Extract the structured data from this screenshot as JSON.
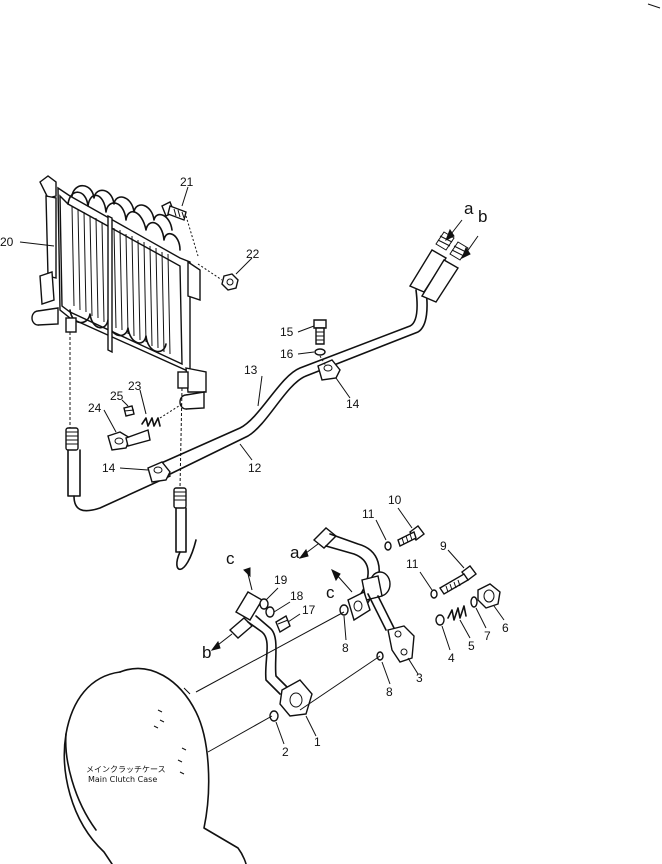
{
  "callouts": {
    "n1": "1",
    "n2": "2",
    "n3": "3",
    "n4": "4",
    "n5": "5",
    "n6": "6",
    "n7": "7",
    "n8a": "8",
    "n8b": "8",
    "n9": "9",
    "n10": "10",
    "n11a": "11",
    "n11b": "11",
    "n12": "12",
    "n13": "13",
    "n14a": "14",
    "n14b": "14",
    "n15": "15",
    "n16": "16",
    "n17": "17",
    "n18": "18",
    "n19": "19",
    "n20": "20",
    "n21": "21",
    "n22": "22",
    "n23": "23",
    "n24": "24",
    "n25": "25"
  },
  "letters": {
    "a_top": "a",
    "b_top": "b",
    "a_mid": "a",
    "c_mid": "c",
    "c_left": "c",
    "b_left": "b"
  },
  "case_label": {
    "jp": "メインクラッチケース",
    "en": "Main Clutch Case"
  }
}
